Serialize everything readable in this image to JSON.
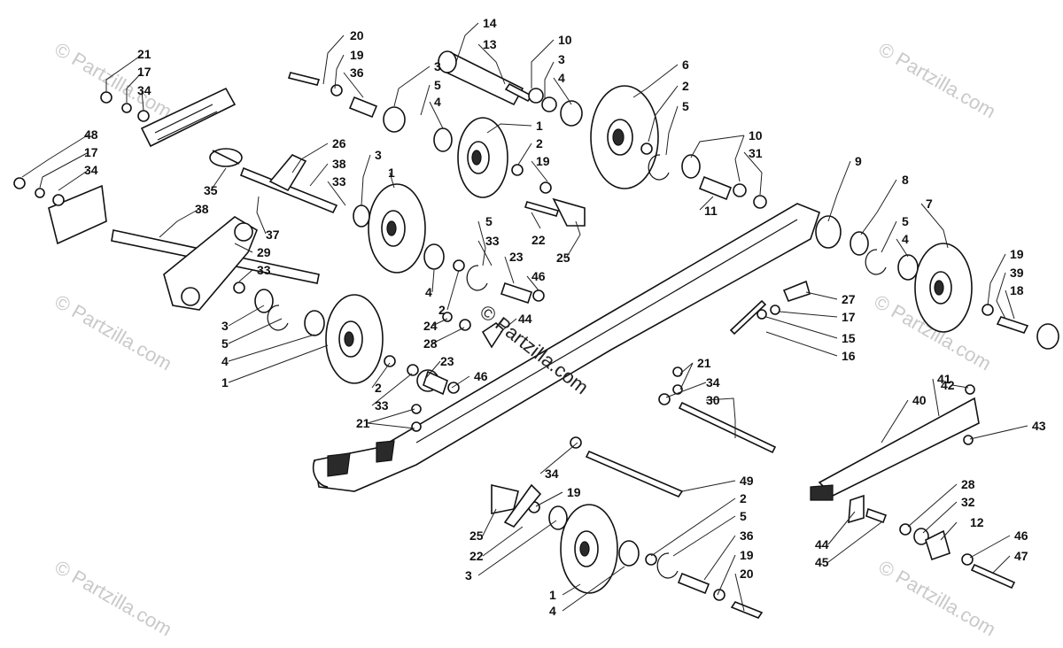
{
  "diagram": {
    "center_watermark": "© Partzilla.com",
    "corner_watermark": "© Partzilla.com",
    "callouts": [
      {
        "label": "20"
      },
      {
        "label": "19"
      },
      {
        "label": "36"
      },
      {
        "label": "14"
      },
      {
        "label": "13"
      },
      {
        "label": "10"
      },
      {
        "label": "3"
      },
      {
        "label": "4"
      },
      {
        "label": "6"
      },
      {
        "label": "21"
      },
      {
        "label": "17"
      },
      {
        "label": "34"
      },
      {
        "label": "3"
      },
      {
        "label": "5"
      },
      {
        "label": "4"
      },
      {
        "label": "1"
      },
      {
        "label": "2"
      },
      {
        "label": "19"
      },
      {
        "label": "2"
      },
      {
        "label": "5"
      },
      {
        "label": "10"
      },
      {
        "label": "31"
      },
      {
        "label": "11"
      },
      {
        "label": "26"
      },
      {
        "label": "38"
      },
      {
        "label": "33"
      },
      {
        "label": "3"
      },
      {
        "label": "1"
      },
      {
        "label": "35"
      },
      {
        "label": "37"
      },
      {
        "label": "48"
      },
      {
        "label": "17"
      },
      {
        "label": "34"
      },
      {
        "label": "38"
      },
      {
        "label": "29"
      },
      {
        "label": "33"
      },
      {
        "label": "3"
      },
      {
        "label": "5"
      },
      {
        "label": "4"
      },
      {
        "label": "1"
      },
      {
        "label": "22"
      },
      {
        "label": "25"
      },
      {
        "label": "5"
      },
      {
        "label": "33"
      },
      {
        "label": "23"
      },
      {
        "label": "46"
      },
      {
        "label": "4"
      },
      {
        "label": "2"
      },
      {
        "label": "9"
      },
      {
        "label": "8"
      },
      {
        "label": "7"
      },
      {
        "label": "5"
      },
      {
        "label": "4"
      },
      {
        "label": "19"
      },
      {
        "label": "39"
      },
      {
        "label": "18"
      },
      {
        "label": "27"
      },
      {
        "label": "17"
      },
      {
        "label": "15"
      },
      {
        "label": "16"
      },
      {
        "label": "24"
      },
      {
        "label": "28"
      },
      {
        "label": "44"
      },
      {
        "label": "21"
      },
      {
        "label": "34"
      },
      {
        "label": "30"
      },
      {
        "label": "2"
      },
      {
        "label": "33"
      },
      {
        "label": "23"
      },
      {
        "label": "46"
      },
      {
        "label": "21"
      },
      {
        "label": "42"
      },
      {
        "label": "41"
      },
      {
        "label": "40"
      },
      {
        "label": "43"
      },
      {
        "label": "34"
      },
      {
        "label": "49"
      },
      {
        "label": "19"
      },
      {
        "label": "25"
      },
      {
        "label": "22"
      },
      {
        "label": "3"
      },
      {
        "label": "2"
      },
      {
        "label": "5"
      },
      {
        "label": "36"
      },
      {
        "label": "19"
      },
      {
        "label": "20"
      },
      {
        "label": "1"
      },
      {
        "label": "4"
      },
      {
        "label": "28"
      },
      {
        "label": "32"
      },
      {
        "label": "12"
      },
      {
        "label": "46"
      },
      {
        "label": "47"
      },
      {
        "label": "44"
      },
      {
        "label": "45"
      }
    ]
  }
}
